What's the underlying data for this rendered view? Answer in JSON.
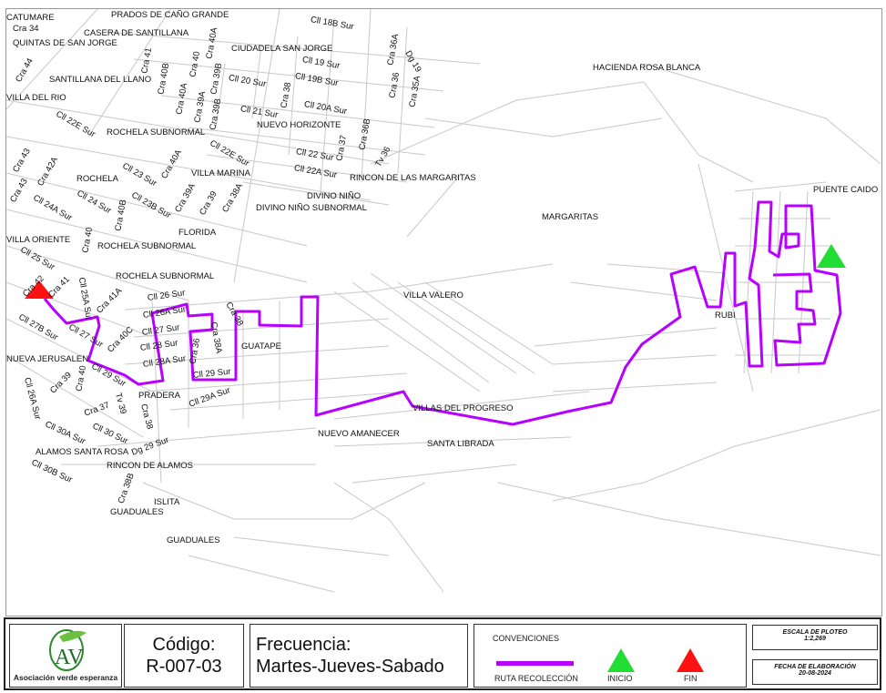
{
  "map": {
    "labels": [
      "CATUMARE",
      "PRADOS DE CAÑO GRANDE",
      "CASERA DE SANTILLANA",
      "QUINTAS DE SAN JORGE",
      "CIUDADELA SAN JORGE",
      "SANTILLANA DEL LLANO",
      "VILLA DEL RIO",
      "ROCHELA SUBNORMAL",
      "NUEVO HORIZONTE",
      "VILLA MARINA",
      "ROCHELA",
      "RINCON DE LAS MARGARITAS",
      "DIVINO NIÑO",
      "DIVINO NIÑO SUBNORMAL",
      "FLORIDA",
      "VILLA ORIENTE",
      "ROCHELA SUBNORMAL",
      "ROCHELA SUBNORMAL",
      "GUATAPE",
      "NUEVA JERUSALEN",
      "PRADERA",
      "ALAMOS SANTA ROSA",
      "RINCON DE ALAMOS",
      "ISLITA",
      "GUADUALES",
      "GUADUALES",
      "NUEVO AMANECER",
      "VILLAS DEL PROGRESO",
      "SANTA LIBRADA",
      "VILLA VALERO",
      "MARGARITAS",
      "HACIENDA ROSA BLANCA",
      "PUENTE CAIDO",
      "RUBI",
      "Cll 18B Sur",
      "Cll 19 Sur",
      "Cll 19B Sur",
      "Cll 20 Sur",
      "Cll 20A Sur",
      "Cll 21 Sur",
      "Cll 22E Sur",
      "Cll 22E Sur",
      "Cll 22 Sur",
      "Cll 22A Sur",
      "Cll 23 Sur",
      "Cll 23B Sur",
      "Cll 24 Sur",
      "Cll 24A Sur",
      "Cll 25 Sur",
      "Cll 25A Sur",
      "Cll 26 Sur",
      "Cll 26A Sur",
      "Cll 27 Sur",
      "Cll 27 Sur",
      "Cll 27B Sur",
      "Cll 28 Sur",
      "Cll 28A Sur",
      "Cll 29 Sur",
      "Cll 29 Sur",
      "Cll 29A Sur",
      "Cll 30 Sur",
      "Cll 30A Sur",
      "Cll 30B Sur",
      "Cra 44",
      "Cra 41",
      "Cra 40B",
      "Cra 40",
      "Cra 40A",
      "Cra 40A",
      "Cra 39B",
      "Cra 39B",
      "Cra 39A",
      "Cra 38",
      "Cra 36A",
      "Cra 36",
      "Cra 35A",
      "Dg 19",
      "Cra 36B",
      "Cra 37",
      "Tv 36",
      "Cra 43",
      "Cra 42A",
      "Cra 43",
      "Cra 40A",
      "Cra 39A",
      "Cra 39",
      "Cra 38A",
      "Cra 40B",
      "Cra 40",
      "Cra 42",
      "Cra 41A",
      "Cra 41",
      "Cra 40C",
      "Cra 38",
      "Cra 38A",
      "Cra 40",
      "Tv 39",
      "Cra 39",
      "Cll 26A Sur",
      "Cra 38",
      "Dg 29 Sur",
      "Cra 37",
      "Cra 36",
      "Cra 38B",
      "Cra 34"
    ]
  },
  "footer": {
    "logo_text": "Asociación verde esperanza",
    "logo_monogram": "AV",
    "codigo_label": "Código:",
    "codigo_value": "R-007-03",
    "frecuencia_label": "Frecuencia:",
    "frecuencia_value": "Martes-Jueves-Sabado",
    "legend_title": "CONVENCIONES",
    "legend_route": "RUTA RECOLECCIÓN",
    "legend_start": "INICIO",
    "legend_end": "FIN",
    "scale_label": "ESCALA DE PLOTEO",
    "scale_value": "1:2,269",
    "date_label": "FECHA DE ELABORACIÓN",
    "date_value": "20-08-2024"
  },
  "colors": {
    "route": "#b700ff",
    "start": "#22dd33",
    "end": "#ff1111"
  }
}
